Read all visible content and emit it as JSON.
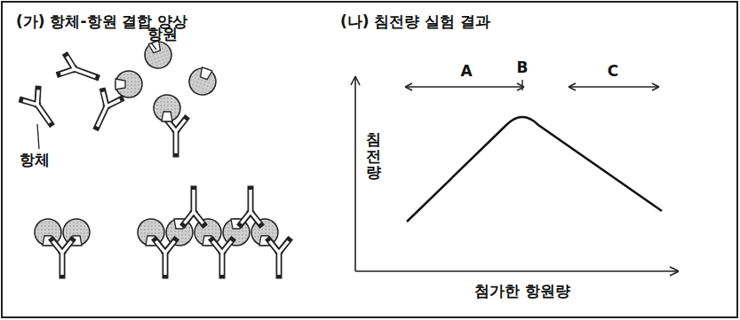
{
  "diagram": {
    "labels": [
      "(가) 항체-항원 결합 양상",
      "(나) 침전량 실험 결과",
      "항원",
      "항체",
      "A",
      "B",
      "C",
      "침전량",
      "첨가한 항원량"
    ]
  }
}
